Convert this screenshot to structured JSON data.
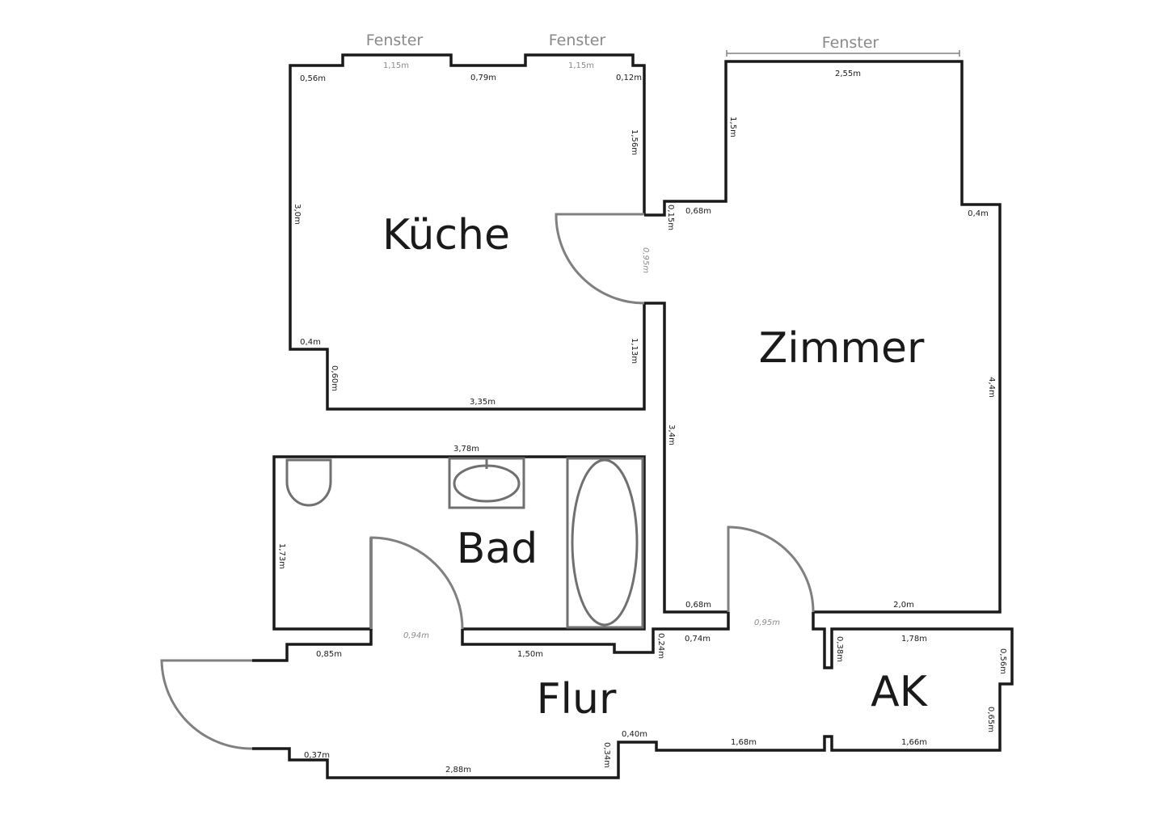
{
  "rooms": {
    "kueche": "Küche",
    "zimmer": "Zimmer",
    "bad": "Bad",
    "flur": "Flur",
    "ak": "AK"
  },
  "windows": {
    "kueche_left": "Fenster",
    "kueche_right": "Fenster",
    "zimmer": "Fenster"
  },
  "dims": {
    "k_win1": "1,15m",
    "k_win2": "1,15m",
    "k_top1": "0,56m",
    "k_top2": "0,79m",
    "k_top3": "0,12m",
    "k_right_top": "1,56m",
    "k_left": "3,0m",
    "k_door": "0,95m",
    "k_step": "0,4m",
    "k_step_v": "0,60m",
    "k_right_bot": "1,13m",
    "k_bottom": "3,35m",
    "z_top": "2,55m",
    "z_jog_v": "1,5m",
    "z_jog_h": "0,68m",
    "z_small": "0,15m",
    "z_right_step": "0,4m",
    "z_right": "4,4m",
    "z_left": "3,4m",
    "z_bot_left": "0,68m",
    "z_bot_right": "2,0m",
    "z_door": "0,95m",
    "b_top": "3,78m",
    "b_left": "1,73m",
    "b_door": "0,94m",
    "f_top1": "0,85m",
    "f_top2": "1,50m",
    "f_step1": "0,24m",
    "f_seg": "0,74m",
    "ak_notch": "0,38m",
    "ak_top": "1,78m",
    "ak_right1": "0,56m",
    "ak_right2": "0,65m",
    "ak_bottom": "1,66m",
    "f_bot1": "0,37m",
    "f_bot2": "2,88m",
    "f_bot_step": "0,34m",
    "f_bot3": "0,40m",
    "f_bot4": "1,68m"
  }
}
